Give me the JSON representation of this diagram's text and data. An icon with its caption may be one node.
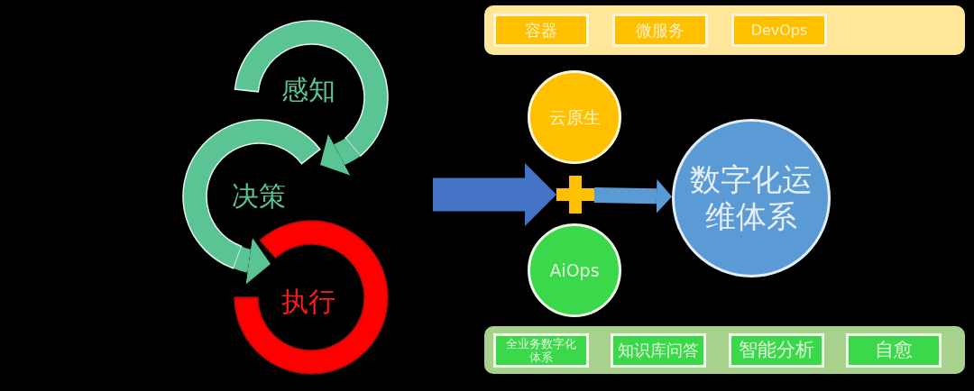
{
  "diagram": {
    "nodes": [
      {
        "text": [
          "感知"
        ]
      },
      {
        "text": [
          "决策"
        ]
      },
      {
        "text": [
          "执行"
        ]
      },
      {
        "text": [],
        "shape": "box"
      },
      {
        "text": [
          "容器"
        ],
        "in": 3
      },
      {
        "text": [
          "微服务"
        ],
        "in": 3
      },
      {
        "text": [
          "DevOps"
        ],
        "in": 3
      },
      {
        "text": [
          "云原生"
        ]
      },
      {
        "text": [],
        "shape": "plus"
      },
      {
        "text": [
          "AiOps"
        ]
      },
      {
        "text": [
          "数字化运维体系"
        ]
      },
      {
        "text": [],
        "shape": "box"
      },
      {
        "text": [
          "全业务数字化体系"
        ],
        "in": 11
      },
      {
        "text": [
          "知识库问答"
        ],
        "in": 11
      },
      {
        "text": [
          "智能分析"
        ],
        "in": 11
      },
      {
        "text": [
          "自愈"
        ],
        "in": 11
      }
    ],
    "edges": [
      {
        "from": 0,
        "to": 1,
        "arrow": "to",
        "color": "#5bc495"
      },
      {
        "from": 1,
        "to": 2,
        "arrow": "to",
        "color": "#5bc495"
      },
      {
        "from": null,
        "to": 8,
        "arrow": "to",
        "color": "#4472c4"
      },
      {
        "from": 8,
        "to": 10,
        "arrow": "to",
        "color": "#5b9bd5"
      }
    ]
  }
}
